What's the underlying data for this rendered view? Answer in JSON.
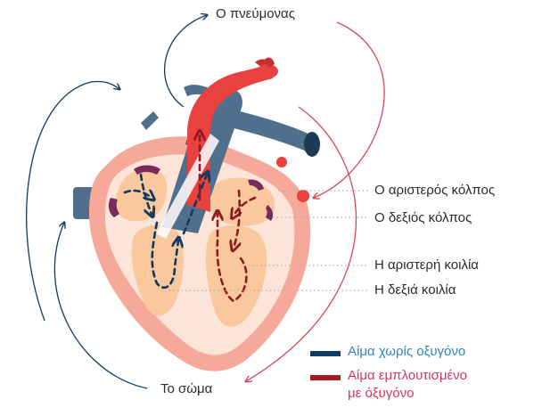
{
  "labels": {
    "lung": "Ο πνεύμονας",
    "left_atrium": "Ο αριστερός κόλπος",
    "right_atrium": "Ο δεξιός κόλπος",
    "left_ventricle": "Η αριστερή κοιλία",
    "right_ventricle": "Η δεξιά κοιλία",
    "body": "Το σώμα"
  },
  "legend": {
    "deoxygenated": {
      "label": "Αίμα χωρίς οξυγόνο",
      "color": "#0e3a63",
      "text_color": "#2e86c1"
    },
    "oxygenated": {
      "line1": "Αίμα εμπλουτισμένο",
      "line2": "με όξυγόνο",
      "color": "#a11d22",
      "text_color": "#d6335e"
    }
  },
  "colors": {
    "heart_outer": "#f6a99a",
    "heart_inner": "#fde4d8",
    "chamber": "#f9c89c",
    "vessel_blue": "#4f6f8d",
    "vessel_red": "#e8413e",
    "valve": "#7b2a5c",
    "arrow_dark": "#0e3a63",
    "arrow_red_line": "#d8455a",
    "leader": "#b0b0b0"
  }
}
